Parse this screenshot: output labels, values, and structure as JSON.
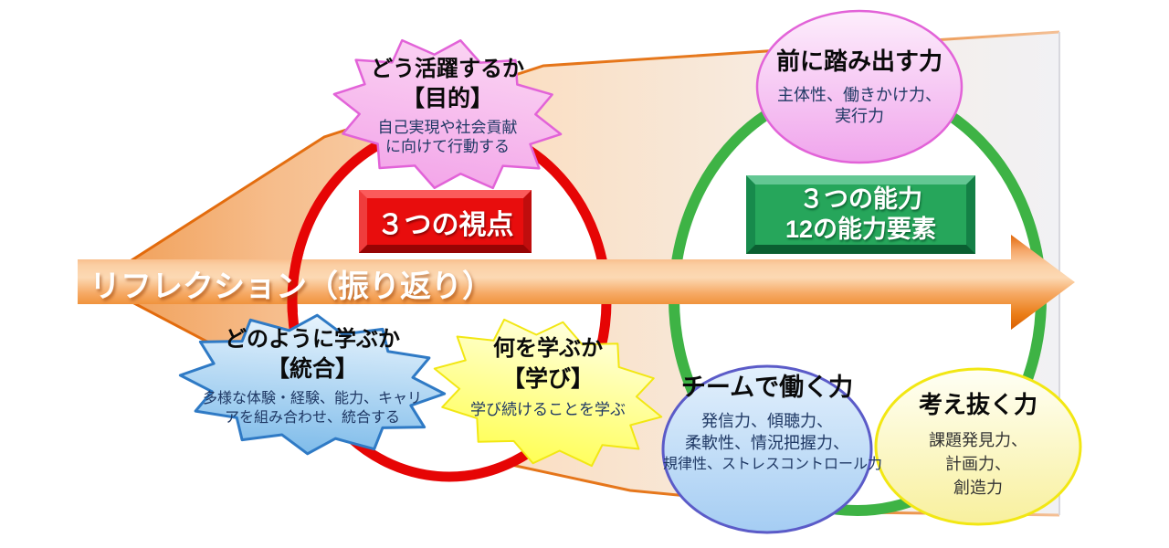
{
  "arrow": {
    "label": "リフレクション",
    "label_paren": "（振り返り）"
  },
  "viewpoints": {
    "box_label": "３つの視点",
    "purpose": {
      "title": "どう活躍するか",
      "bracket": "【目的】",
      "lines": [
        "自己実現や社会貢献",
        "に向けて行動する"
      ]
    },
    "integration": {
      "title": "どのように学ぶか",
      "bracket": "【統合】",
      "lines": [
        "多様な体験・経験、能力、キャリ",
        "アを組み合わせ、統合する"
      ]
    },
    "learning": {
      "title": "何を学ぶか",
      "bracket": "【学び】",
      "lines": [
        "学び続けることを学ぶ"
      ]
    }
  },
  "abilities": {
    "box_lines": [
      "３つの能力",
      "12の能力要素"
    ],
    "step_forward": {
      "title": "前に踏み出す力",
      "lines": [
        "主体性、働きかけ力、",
        "実行力"
      ]
    },
    "teamwork": {
      "title": "チームで働く力",
      "lines": [
        "発信力、傾聴力、",
        "柔軟性、情況把握力、",
        "規律性、ストレスコントロール力"
      ]
    },
    "think_through": {
      "title": "考え抜く力",
      "lines": [
        "課題発見力、",
        "計画力、",
        "創造力"
      ]
    }
  },
  "palette": {
    "red_circle": "#e60505",
    "green_circle": "#3eb345",
    "arrow_orange": "#ed7d31",
    "pink_border": "#e263d8",
    "blue_burst_border": "#2f7ac5",
    "blue_bubble_border": "#5b5bc8",
    "yellow_border": "#f2e713",
    "navy_text": "#1f3864",
    "red_box_face": "#e80d0d",
    "green_box_face": "#26a65b"
  }
}
